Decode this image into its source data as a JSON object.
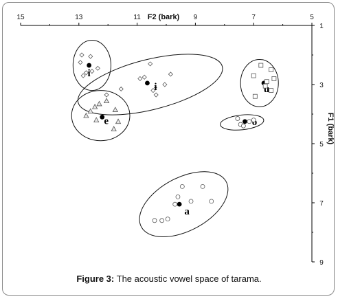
{
  "caption": {
    "label": "Figure 3:",
    "text": "The acoustic vowel space of tarama."
  },
  "chart_data": {
    "type": "scatter",
    "title": "",
    "xlabel": "F2 (bark)",
    "ylabel": "F1 (bark)",
    "xlim": [
      15,
      5
    ],
    "ylim": [
      1,
      9
    ],
    "x_axis_position": "top",
    "y_axis_position": "right",
    "x_reversed": true,
    "y_reversed": true,
    "grid": false,
    "legend": "none",
    "xticks": [
      15,
      13,
      11,
      9,
      7,
      5
    ],
    "yticks": [
      1,
      3,
      5,
      7,
      9
    ],
    "xtick_labels": [
      "15",
      "13",
      "11",
      "9",
      "7",
      "5"
    ],
    "ytick_labels": [
      "1",
      "3",
      "5",
      "7",
      "9"
    ],
    "series": [
      {
        "vowel": "i",
        "marker": "diamond",
        "mean": {
          "x": 12.65,
          "y": 2.35
        },
        "points": [
          {
            "x": 12.9,
            "y": 2.0
          },
          {
            "x": 12.6,
            "y": 2.05
          },
          {
            "x": 12.95,
            "y": 2.25
          },
          {
            "x": 12.55,
            "y": 2.55
          },
          {
            "x": 12.85,
            "y": 2.7
          },
          {
            "x": 12.35,
            "y": 2.45
          },
          {
            "x": 12.75,
            "y": 2.6
          }
        ],
        "ellipse": {
          "cx": 12.55,
          "cy": 2.35,
          "rx": 0.65,
          "ry": 0.85,
          "rotation": 0
        }
      },
      {
        "vowel": "ɨ",
        "marker": "diamond",
        "mean": {
          "x": 10.65,
          "y": 2.95
        },
        "points": [
          {
            "x": 10.55,
            "y": 2.3
          },
          {
            "x": 10.75,
            "y": 2.75
          },
          {
            "x": 10.45,
            "y": 3.2
          },
          {
            "x": 10.05,
            "y": 3.0
          },
          {
            "x": 9.85,
            "y": 2.65
          },
          {
            "x": 11.55,
            "y": 3.15
          },
          {
            "x": 12.05,
            "y": 3.35
          },
          {
            "x": 10.35,
            "y": 3.35
          },
          {
            "x": 10.9,
            "y": 2.8
          }
        ],
        "ellipse": {
          "cx": 10.55,
          "cy": 3.0,
          "rx": 2.55,
          "ry": 0.85,
          "rotation": -14
        }
      },
      {
        "vowel": "e",
        "marker": "triangle",
        "mean": {
          "x": 12.2,
          "y": 4.1
        },
        "points": [
          {
            "x": 12.05,
            "y": 3.55
          },
          {
            "x": 12.45,
            "y": 3.75
          },
          {
            "x": 12.6,
            "y": 3.9
          },
          {
            "x": 11.75,
            "y": 3.85
          },
          {
            "x": 12.4,
            "y": 4.2
          },
          {
            "x": 11.65,
            "y": 4.25
          },
          {
            "x": 12.75,
            "y": 4.05
          },
          {
            "x": 11.8,
            "y": 4.5
          },
          {
            "x": 12.3,
            "y": 3.65
          }
        ],
        "ellipse": {
          "cx": 12.25,
          "cy": 4.05,
          "rx": 1.0,
          "ry": 0.85,
          "rotation": 0
        }
      },
      {
        "vowel": "a",
        "marker": "circle",
        "mean": {
          "x": 9.55,
          "y": 7.05
        },
        "points": [
          {
            "x": 9.45,
            "y": 6.45
          },
          {
            "x": 8.75,
            "y": 6.45
          },
          {
            "x": 9.6,
            "y": 6.8
          },
          {
            "x": 9.15,
            "y": 6.95
          },
          {
            "x": 8.45,
            "y": 6.95
          },
          {
            "x": 9.7,
            "y": 7.05
          },
          {
            "x": 10.4,
            "y": 7.6
          },
          {
            "x": 10.15,
            "y": 7.6
          },
          {
            "x": 9.95,
            "y": 7.55
          }
        ],
        "ellipse": {
          "cx": 9.4,
          "cy": 7.05,
          "rx": 1.65,
          "ry": 0.9,
          "rotation": -28
        }
      },
      {
        "vowel": "u",
        "marker": "square",
        "mean": {
          "x": 6.65,
          "y": 2.95
        },
        "points": [
          {
            "x": 6.75,
            "y": 2.35
          },
          {
            "x": 6.4,
            "y": 2.5
          },
          {
            "x": 7.0,
            "y": 2.7
          },
          {
            "x": 6.3,
            "y": 2.8
          },
          {
            "x": 6.55,
            "y": 2.9
          },
          {
            "x": 6.4,
            "y": 3.2
          },
          {
            "x": 6.95,
            "y": 3.4
          },
          {
            "x": 6.6,
            "y": 3.05
          }
        ],
        "ellipse": {
          "cx": 6.8,
          "cy": 2.95,
          "rx": 0.65,
          "ry": 0.8,
          "rotation": 0
        }
      },
      {
        "vowel": "o",
        "marker": "circle",
        "mean": {
          "x": 7.3,
          "y": 4.25
        },
        "points": [
          {
            "x": 7.55,
            "y": 4.15
          },
          {
            "x": 7.45,
            "y": 4.35
          },
          {
            "x": 7.15,
            "y": 4.25
          },
          {
            "x": 7.0,
            "y": 4.2
          },
          {
            "x": 7.35,
            "y": 4.4
          }
        ],
        "ellipse": {
          "cx": 7.4,
          "cy": 4.28,
          "rx": 0.75,
          "ry": 0.25,
          "rotation": -6
        }
      }
    ],
    "colors": {
      "marker_fill_open": "#ffffff",
      "marker_stroke": "#555555",
      "triangle_fill": "#e8e8e8",
      "mean_fill": "#000000",
      "ellipse_stroke": "#111111",
      "axis": "#000000",
      "text": "#111111"
    }
  }
}
